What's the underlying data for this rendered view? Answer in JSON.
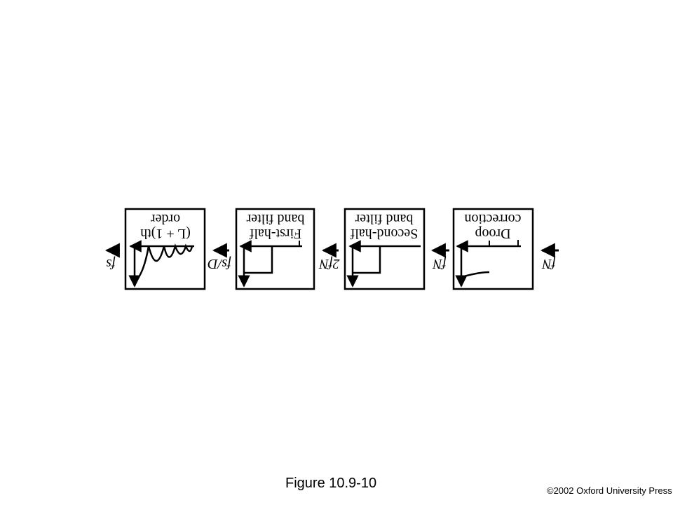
{
  "caption": "Figure 10.9-10",
  "copyright": "©2002 Oxford University Press",
  "blocks": [
    {
      "line1": "(L + 1)th",
      "line2": "order"
    },
    {
      "line1": "First-half",
      "line2": "band filter"
    },
    {
      "line1": "Second-half",
      "line2": "band filter"
    },
    {
      "line1": "Droop",
      "line2": "correction"
    }
  ],
  "signals": [
    "fs",
    "fs/D",
    "2fN",
    "fN",
    "fN"
  ]
}
